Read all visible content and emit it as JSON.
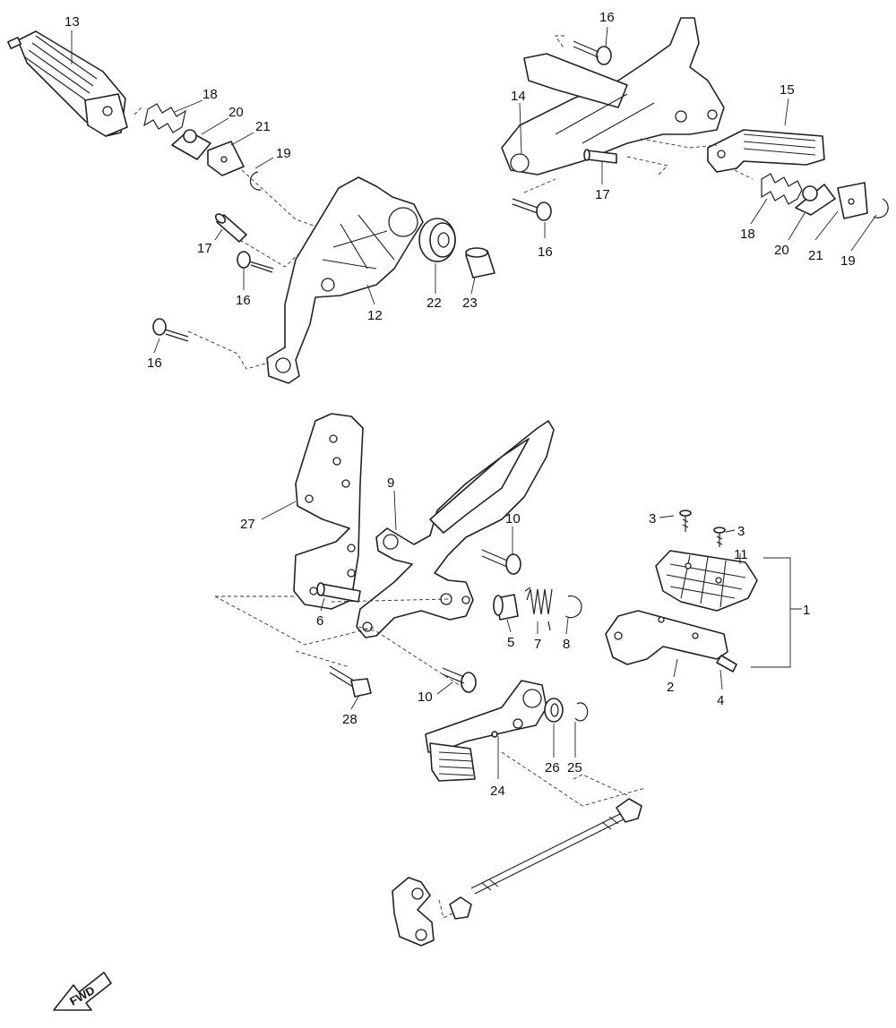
{
  "callouts": {
    "c13": "13",
    "c18a": "18",
    "c20a": "20",
    "c21a": "21",
    "c19a": "19",
    "c17a": "17",
    "c16a": "16",
    "c16b": "16",
    "c12": "12",
    "c22": "22",
    "c23": "23",
    "c16c": "16",
    "c14": "14",
    "c15": "15",
    "c17b": "17",
    "c16d": "16",
    "c18b": "18",
    "c20b": "20",
    "c21b": "21",
    "c19b": "19",
    "c27": "27",
    "c9": "9",
    "c10a": "10",
    "c6": "6",
    "c5": "5",
    "c7": "7",
    "c8": "8",
    "c28": "28",
    "c10b": "10",
    "c26": "26",
    "c25": "25",
    "c24": "24",
    "c3a": "3",
    "c3b": "3",
    "c11": "11",
    "c1": "1",
    "c2": "2",
    "c4": "4"
  },
  "fwd_arrow": {
    "label": "FWD"
  }
}
